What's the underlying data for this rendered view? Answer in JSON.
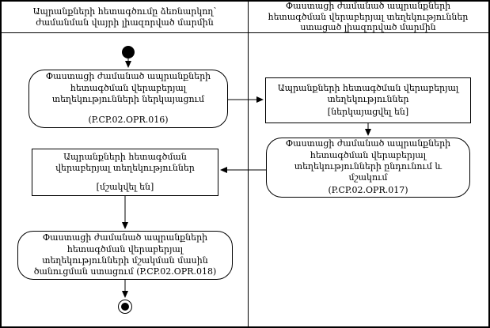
{
  "diagram": {
    "lanes": {
      "left": {
        "title": "Ապրանքների հետագծումը ձեռնարկող՝ ժամանման վայրի լիազորված մարմին"
      },
      "right": {
        "title": "Փաստացի ժամանած ապրանքների հետագծման վերաբերյալ տեղեկություններ ստացած լիազորված մարմին"
      }
    },
    "nodes": {
      "activity_016": {
        "label": "Փաստացի ժամանած ապրանքների հետագծման վերաբերյալ տեղեկությունների ներկայացում",
        "code": "(P.CP.02.OPR.016)"
      },
      "object_submitted": {
        "label": "Ապրանքների հետագծման վերաբերյալ տեղեկություններ",
        "state": "[ներկայացվել են]"
      },
      "activity_017": {
        "label": "Փաստացի ժամանած ապրանքների հետագծման վերաբերյալ տեղեկությունների ընդունում և մշակում",
        "code": "(P.CP.02.OPR.017)"
      },
      "object_processed": {
        "label": "Ապրանքների հետագծման վերաբերյալ տեղեկություններ",
        "state": "[մշակվել են]"
      },
      "activity_018": {
        "label": "Փաստացի ժամանած ապրանքների հետագծման վերաբերյալ տեղեկությունների մշակման մասին ծանուցման ստացում",
        "code": "(P.CP.02.OPR.018)"
      }
    }
  }
}
